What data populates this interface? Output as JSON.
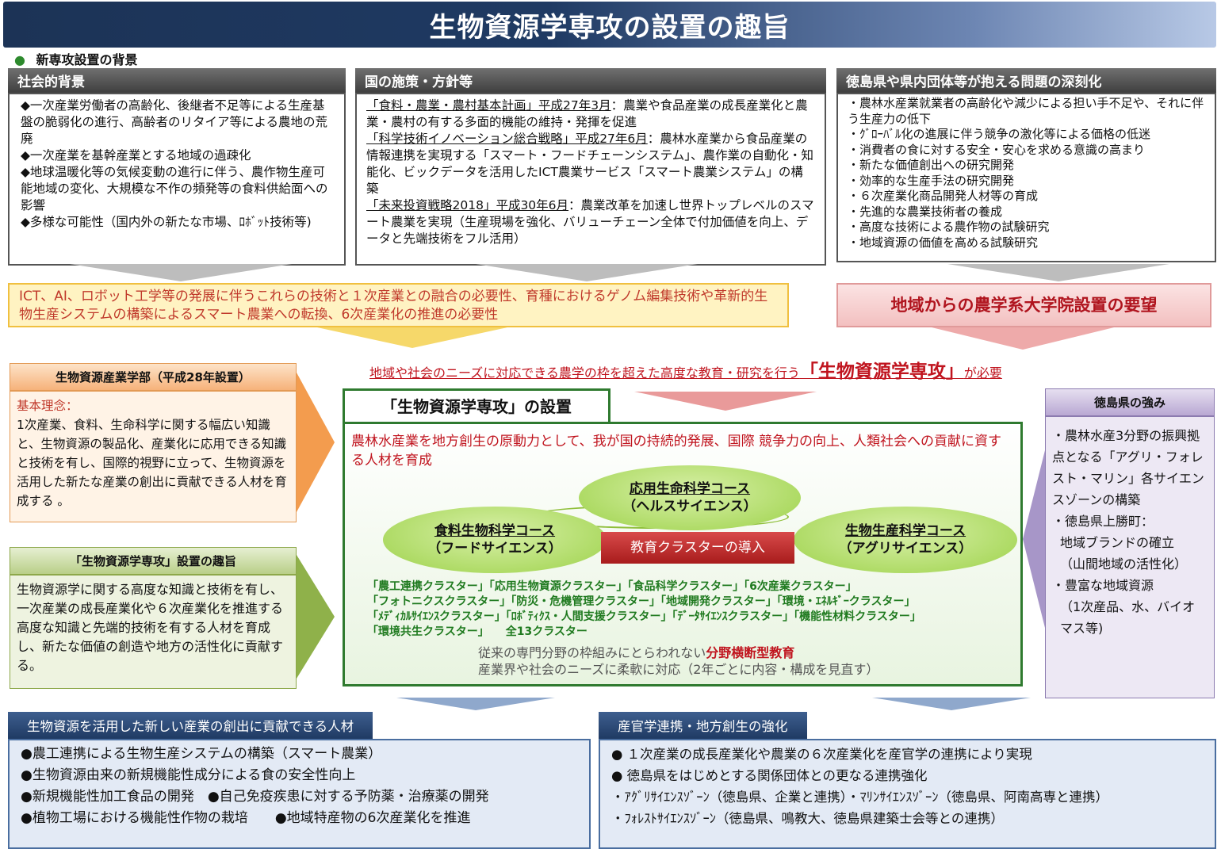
{
  "title": "生物資源学専攻の設置の趣旨",
  "background_label": "新専攻設置の背景",
  "bullet_dot": "●",
  "panel1": {
    "head": "社会的背景",
    "items": [
      "◆一次産業労働者の高齢化、後継者不足等による生産基盤の脆弱化の進行、高齢者のリタイア等による農地の荒廃",
      "◆一次産業を基幹産業とする地域の過疎化",
      "◆地球温暖化等の気候変動の進行に伴う、農作物生産可能地域の変化、大規模な不作の頻発等の食料供給面への影響",
      "◆多様な可能性（国内外の新たな市場、ﾛﾎﾞｯﾄ技術等)"
    ]
  },
  "panel2": {
    "head": "国の施策・方針等",
    "p1_u": "「食料・農業・農村基本計画」平成27年3月",
    "p1_t": "：農業や食品産業の成長産業化と農業・農村の有する多面的機能の維持・発揮を促進",
    "p2_u": "「科学技術イノベーション総合戦略」平成27年6月",
    "p2_t": "：農林水産業から食品産業の情報連携を実現する「スマート・フードチェーンシステム」、農作業の自動化・知能化、ビックデータを活用したICT農業サービス「スマート農業システム」の構築",
    "p3_u": "「未来投資戦略2018」平成30年6月",
    "p3_t": "：農業改革を加速し世界トップレベルのスマート農業を実現（生産現場を強化、バリューチェーン全体で付加価値を向上、データと先端技術をフル活用）"
  },
  "panel3": {
    "head": "徳島県や県内団体等が抱える問題の深刻化",
    "items": [
      "・農林水産業就業者の高齢化や減少による担い手不足や、それに伴う生産力の低下",
      "・ｸﾞﾛｰﾊﾞﾙ化の進展に伴う競争の激化等による価格の低迷",
      "・消費者の食に対する安全・安心を求める意識の高まり",
      "・新たな価値創出への研究開発",
      "・効率的な生産手法の研究開発",
      "・６次産業化商品開発人材等の育成",
      "・先進的な農業技術者の養成",
      "・高度な技術による農作物の試験研究",
      "・地域資源の価値を高める試験研究"
    ]
  },
  "yellow_box": "ICT、AI、ロボット工学等の発展に伴うこれらの技術と１次産業との融合の必要性、育種におけるゲノム編集技術や革新的生物生産システムの構築によるスマート農業への転換、6次産業化の推進の必要性",
  "pink_box": "地域からの農学系大学院設置の要望",
  "need_line": {
    "pre": "地域や社会のニーズに対応できる農学の枠を超えた高度な教育・研究を行う",
    "big": "「生物資源学専攻」",
    "post": "が必要"
  },
  "faculty": {
    "head": "生物資源産業学部（平成28年設置）",
    "label": "基本理念：",
    "body": "1次産業、食料、生命科学に関する幅広い知識と、生物資源の製品化、産業化に応用できる知識と技術を有し、国際的視野に立って、生物資源を活用した新たな産業の創出に貢献できる人材を育成する 。"
  },
  "purpose": {
    "head": "「生物資源学専攻」設置の趣旨",
    "body": "生物資源学に関する高度な知識と技術を有し、一次産業の成長産業化や６次産業化を推進する高度な知識と先端的技術を有する人材を育成し、新たな価値の創造や地方の活性化に貢献する。"
  },
  "center": {
    "head": "「生物資源学専攻」の設置",
    "goal": "農林水産業を地方創生の原動力として、我が国の持続的発展、国際 競争力の向上、人類社会への貢献に資する人材を育成",
    "course1_a": "応用生命科学コース",
    "course1_b": "（ヘルスサイエンス）",
    "course2_a": "食料生物科学コース",
    "course2_b": "（フードサイエンス）",
    "course3_a": "生物生産科学コース",
    "course3_b": "（アグリサイエンス）",
    "cluster_intro": "教育クラスターの導入",
    "clusters": [
      "「農工連携クラスター」「応用生物資源クラスター」「食品科学クラスター」「6次産業クラスター」",
      "「フォトニクスクラスター」「防災・危機管理クラスター」「地域開発クラスター」「環境・ｴﾈﾙｷﾞｰクラスター」",
      "「ﾒﾃﾞｨｶﾙｻｲｴﾝｽクラスター」「ﾛﾎﾞﾃｨｸｽ・人間支援クラスター」「ﾃﾞｰﾀｻｲｴﾝｽクラスター」「機能性材料クラスター」",
      "「環境共生クラスター」　　全13クラスター"
    ],
    "note1_pre": "従来の専門分野の枠組みにとらわれない",
    "note1_red": "分野横断型教育",
    "note2": "産業界や社会のニーズに柔軟に対応（2年ごとに内容・構成を見直す）"
  },
  "strength": {
    "head": "徳島県の強み",
    "items": [
      "・農林水産3分野の振興拠点となる「アグリ・フォレスト・マリン」各サイエンスゾーンの構築",
      "・徳島県上勝町：",
      "地域ブランドの確立",
      "（山間地域の活性化）",
      "・豊富な地域資源",
      "（1次産品、水、バイオマス等)"
    ]
  },
  "bottom_left": {
    "head": "生物資源を活用した新しい産業の創出に貢献できる人材",
    "lines": [
      "●農工連携による生物生産システムの構築（スマート農業）",
      "●生物資源由来の新規機能性成分による食の安全性向上",
      "●新規機能性加工食品の開発　●自己免疫疾患に対する予防薬・治療薬の開発",
      "●植物工場における機能性作物の栽培　　●地域特産物の6次産業化を推進"
    ]
  },
  "bottom_right": {
    "head": "産官学連携・地方創生の強化",
    "lines": [
      "● １次産業の成長産業化や農業の６次産業化を産官学の連携により実現",
      "● 徳島県をはじめとする関係団体との更なる連携強化",
      "・ｱｸﾞﾘｻｲｴﾝｽｿﾞｰﾝ（徳島県、企業と連携）・ﾏﾘﾝｻｲｴﾝｽｿﾞｰﾝ（徳島県、阿南高専と連携）",
      "・ﾌｫﾚｽﾄｻｲｴﾝｽｿﾞｰﾝ（徳島県、鳴教大、徳島県建築士会等との連携）"
    ]
  },
  "colors": {
    "navy": "#1f3a63",
    "red": "#c0141e",
    "green": "#1f7a1f",
    "orange": "#f6b27a",
    "purple": "#8c7bb0"
  }
}
